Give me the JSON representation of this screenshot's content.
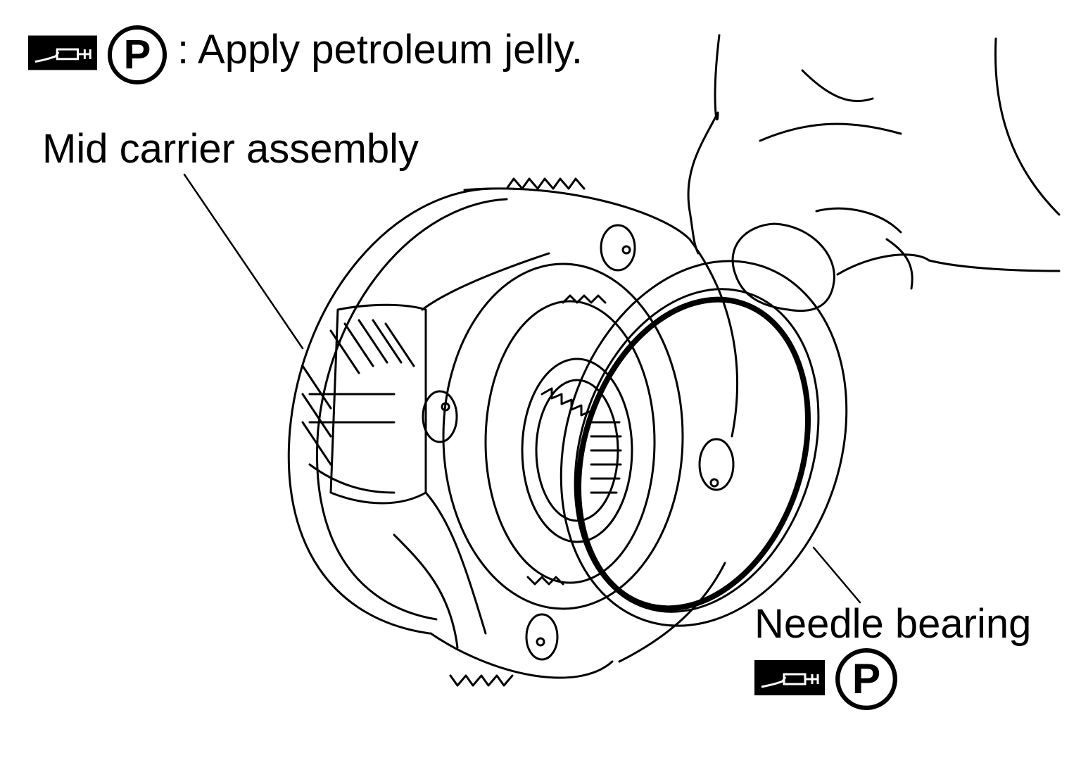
{
  "legend": {
    "syringe_icon": "petroleum-jelly-syringe-icon",
    "p_symbol": "P",
    "text": ": Apply petroleum jelly."
  },
  "callouts": {
    "mid_carrier": "Mid carrier assembly",
    "needle_bearing": "Needle bearing",
    "needle_p_symbol": "P"
  },
  "colors": {
    "ink": "#000000",
    "paper": "#ffffff"
  }
}
